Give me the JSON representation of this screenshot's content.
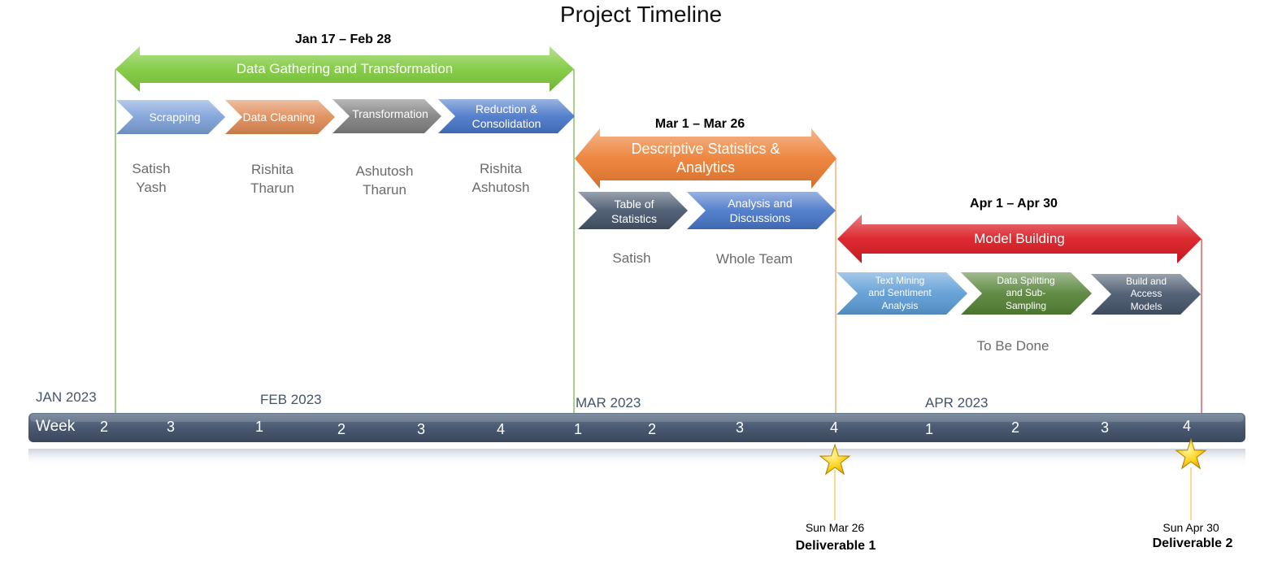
{
  "title": "Project Timeline",
  "phases": [
    {
      "date_range": "Jan 17 – Feb  28",
      "name": "Data Gathering and Transformation",
      "color": "#7cc93a",
      "line_color": "#70ad47",
      "tasks": [
        {
          "name": "Scrapping",
          "color": "#7b9fd8",
          "assignees": "Satish\nYash"
        },
        {
          "name": "Data Cleaning",
          "color": "#df8a54",
          "assignees": "Rishita\nTharun"
        },
        {
          "name": "Transformation",
          "color": "#7f7f7f",
          "assignees": "Ashutosh\nTharun"
        },
        {
          "name": "Reduction &\nConsolidation",
          "color": "#4675c8",
          "assignees": "Rishita\nAshutosh"
        }
      ]
    },
    {
      "date_range": "Mar 1 – Mar 26",
      "name": "Descriptive Statistics &\nAnalytics",
      "color": "#ec7c30",
      "line_color": "#f0a050",
      "tasks": [
        {
          "name": "Table of\nStatistics",
          "color": "#44546a",
          "assignees": "Satish"
        },
        {
          "name": "Analysis and\nDiscussions",
          "color": "#4675c8",
          "assignees": "Whole Team"
        }
      ]
    },
    {
      "date_range": "Apr 1 – Apr 30",
      "name": "Model Building",
      "color": "#d9181f",
      "line_color": "#d33a3a",
      "tasks": [
        {
          "name": "Text Mining\nand Sentiment\nAnalysis",
          "color": "#5b9bd5",
          "assignees": ""
        },
        {
          "name": "Data Splitting\nand Sub-\nSampling",
          "color": "#548235",
          "assignees": ""
        },
        {
          "name": "Build and\nAccess\nModels",
          "color": "#44546a",
          "assignees": ""
        }
      ],
      "group_assignees": "To Be Done"
    }
  ],
  "axis": {
    "months": [
      "JAN 2023",
      "FEB 2023",
      "MAR 2023",
      "APR 2023"
    ],
    "week_label": "Week",
    "weeks": [
      "2",
      "3",
      "1",
      "2",
      "3",
      "4",
      "1",
      "2",
      "3",
      "4",
      "1",
      "2",
      "3",
      "4"
    ],
    "bar_color": "#44546a"
  },
  "deliverables": [
    {
      "date": "Sun Mar 26",
      "name": "Deliverable 1",
      "star_color": "#ffd700",
      "line_color": "#f4c542"
    },
    {
      "date": "Sun Apr 30",
      "name": "Deliverable 2",
      "star_color": "#ffd700",
      "line_color": "#f4c542"
    }
  ]
}
